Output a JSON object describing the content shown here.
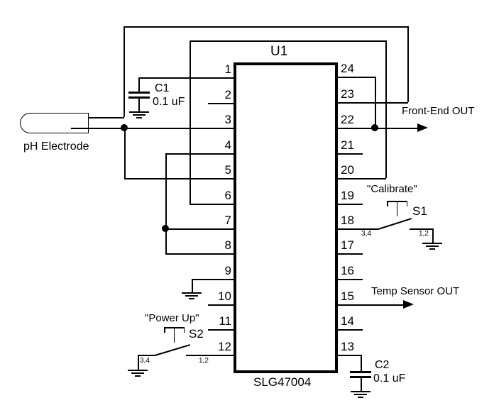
{
  "schematic": {
    "ic": {
      "designator": "U1",
      "part_number": "SLG47004",
      "left_pins": [
        "1",
        "2",
        "3",
        "4",
        "5",
        "6",
        "7",
        "8",
        "9",
        "10",
        "11",
        "12"
      ],
      "right_pins": [
        "24",
        "23",
        "22",
        "21",
        "20",
        "19",
        "18",
        "17",
        "16",
        "15",
        "14",
        "13"
      ]
    },
    "capacitors": [
      {
        "designator": "C1",
        "value": "0.1 uF"
      },
      {
        "designator": "C2",
        "value": "0.1 uF"
      }
    ],
    "switches": [
      {
        "designator": "S1",
        "function": "\"Calibrate\"",
        "throw_left": "3,4",
        "throw_right": "1,2"
      },
      {
        "designator": "S2",
        "function": "\"Power Up\"",
        "throw_left": "3,4",
        "throw_right": "1,2"
      }
    ],
    "sensor": {
      "label": "pH Electrode"
    },
    "outputs": [
      {
        "label": "Front-End OUT"
      },
      {
        "label": "Temp Sensor OUT"
      }
    ],
    "colors": {
      "wire": "#000000",
      "background": "#ffffff"
    }
  }
}
